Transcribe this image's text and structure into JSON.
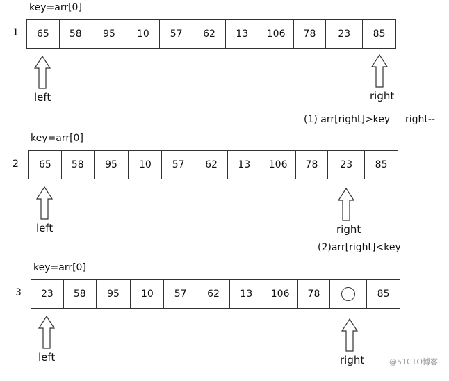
{
  "key_label": "key=arr[0]",
  "rows": [
    {
      "step": "1",
      "cells": [
        "65",
        "58",
        "95",
        "10",
        "57",
        "62",
        "13",
        "106",
        "78",
        "23",
        "85"
      ],
      "left_label": "left",
      "right_label": "right",
      "note_condition": "(1) arr[right]>key",
      "note_action": "right--"
    },
    {
      "step": "2",
      "cells": [
        "65",
        "58",
        "95",
        "10",
        "57",
        "62",
        "13",
        "106",
        "78",
        "23",
        "85"
      ],
      "left_label": "left",
      "right_label": "right",
      "note_condition": "(2)arr[right]<key"
    },
    {
      "step": "3",
      "cells": [
        "23",
        "58",
        "95",
        "10",
        "57",
        "62",
        "13",
        "106",
        "78",
        "",
        "85"
      ],
      "empty_cell_index": 9,
      "left_label": "left",
      "right_label": "right"
    }
  ],
  "watermark": "@51CTO博客",
  "colors": {
    "stroke": "#333333",
    "text": "#111111",
    "watermark": "#999999"
  }
}
